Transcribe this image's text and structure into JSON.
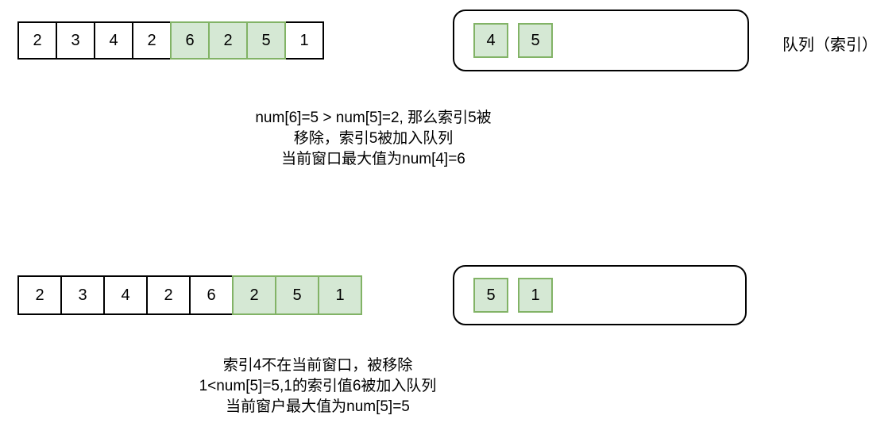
{
  "colors": {
    "window_fill": "#d5e8d4",
    "window_border": "#82b366",
    "cell_border": "#000000",
    "text": "#000000"
  },
  "queue_label": "队列（索引）",
  "rows": [
    {
      "array": [
        {
          "value": "2",
          "highlight": false
        },
        {
          "value": "3",
          "highlight": false
        },
        {
          "value": "4",
          "highlight": false
        },
        {
          "value": "2",
          "highlight": false
        },
        {
          "value": "6",
          "highlight": true
        },
        {
          "value": "2",
          "highlight": true
        },
        {
          "value": "5",
          "highlight": true
        },
        {
          "value": "1",
          "highlight": false
        }
      ],
      "queue": [
        "4",
        "5"
      ],
      "caption_lines": [
        "num[6]=5  > num[5]=2, 那么索引5被",
        "移除，索引5被加入队列",
        "当前窗口最大值为num[4]=6"
      ]
    },
    {
      "array": [
        {
          "value": "2",
          "highlight": false
        },
        {
          "value": "3",
          "highlight": false
        },
        {
          "value": "4",
          "highlight": false
        },
        {
          "value": "2",
          "highlight": false
        },
        {
          "value": "6",
          "highlight": false
        },
        {
          "value": "2",
          "highlight": true
        },
        {
          "value": "5",
          "highlight": true
        },
        {
          "value": "1",
          "highlight": true
        }
      ],
      "queue": [
        "5",
        "1"
      ],
      "caption_lines": [
        "索引4不在当前窗口，被移除",
        "1<num[5]=5,1的索引值6被加入队列",
        "当前窗户最大值为num[5]=5"
      ]
    }
  ]
}
